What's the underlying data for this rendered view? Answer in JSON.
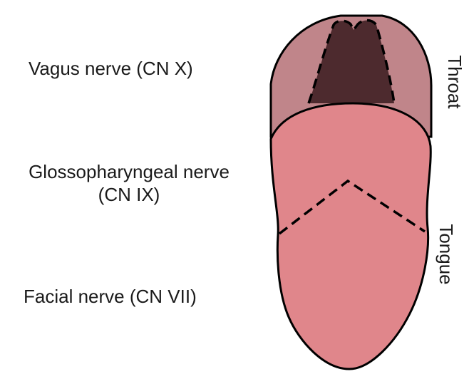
{
  "labels": {
    "vagus": "Vagus nerve (CN X)",
    "glossopharyngeal_line1": "Glossopharyngeal nerve",
    "glossopharyngeal_line2": "(CN IX)",
    "facial": "Facial nerve (CN VII)",
    "throat": "Throat",
    "tongue": "Tongue"
  },
  "colors": {
    "throat_fill": "#c0858a",
    "pharynx_fill": "#4d2a2e",
    "tongue_fill": "#e0868b",
    "outline": "#000000",
    "text": "#1a1a1a"
  }
}
